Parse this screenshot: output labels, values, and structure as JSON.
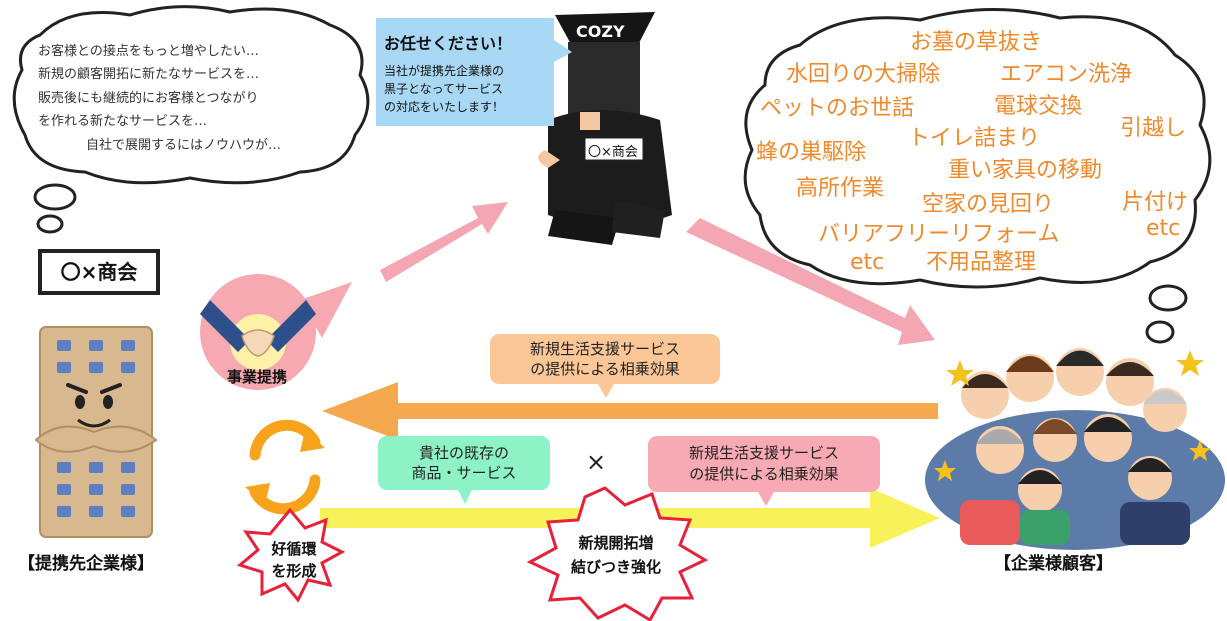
{
  "thought_left": {
    "lines": [
      "お客様との接点をもっと増やしたい…",
      "新規の顧客開拓に新たなサービスを…",
      "販売後にも継続的にお客様とつながり",
      "を作れる新たなサービスを…",
      "自社で展開するにはノウハウが…"
    ]
  },
  "ninja": {
    "cap_label": "COZY",
    "badge": "〇×商会",
    "callout_title": "お任せください！",
    "callout_lines": [
      "当社が提携先企業様の",
      "黒子となってサービス",
      "の対応をいたします！"
    ]
  },
  "services": {
    "items": [
      "お墓の草抜き",
      "水回りの大掃除",
      "エアコン洗浄",
      "ペットのお世話",
      "電球交換",
      "蜂の巣駆除",
      "トイレ詰まり",
      "引越し",
      "重い家具の移動",
      "高所作業",
      "空家の見回り",
      "片付け",
      "バリアフリーリフォーム",
      "etc",
      "etc",
      "不用品整理"
    ]
  },
  "partner": {
    "name_box": "〇×商会",
    "caption": "【提携先企業様】",
    "handshake_label": "事業提携",
    "burst_lines": [
      "好循環",
      "を形成"
    ]
  },
  "customers": {
    "caption": "【企業様顧客】"
  },
  "flows": {
    "top_label_lines": [
      "新規生活支援サービス",
      "の提供による相乗効果"
    ],
    "existing_lines": [
      "貴社の既存の",
      "商品・サービス"
    ],
    "times": "×",
    "right_label_lines": [
      "新規生活支援サービス",
      "の提供による相乗効果"
    ],
    "burst_lines": [
      "新規開拓増",
      "結びつき強化"
    ]
  },
  "colors": {
    "orange_arrow": "#f5a84e",
    "yellow_arrow": "#f7f25a",
    "pink_arrow": "#f4a7b2",
    "orange_box": "#fbc796",
    "green_box": "#8ef2c7",
    "pink_box": "#f7a9b4",
    "blue_callout": "#a8d8f4",
    "service_text": "#ef8a2c"
  }
}
